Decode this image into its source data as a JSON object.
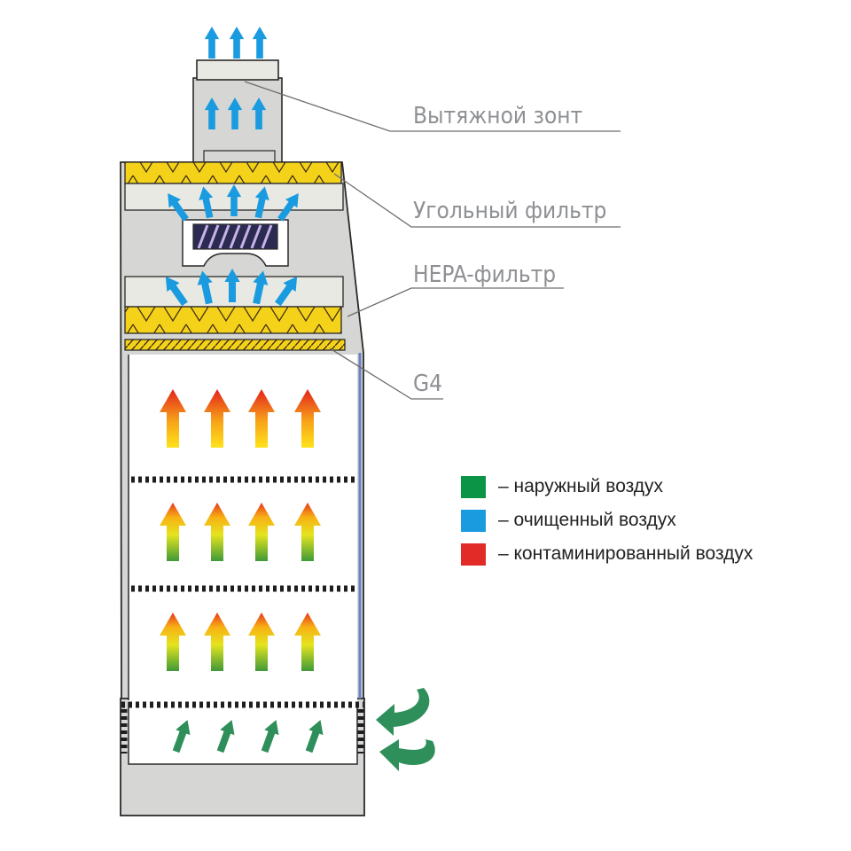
{
  "labels": {
    "exhaust_hood": "Вытяжной зонт",
    "carbon_filter": "Угольный фильтр",
    "hepa_filter": "HEPA-фильтр",
    "g4_filter": "G4"
  },
  "legend": [
    {
      "color": "#0c9446",
      "text": "– наружный воздух"
    },
    {
      "color": "#1a9be0",
      "text": "– очищенный воздух"
    },
    {
      "color": "#e22a27",
      "text": "– контаминированный воздух"
    }
  ],
  "colors": {
    "cabinet": "#d6d7d4",
    "cabinet_outline": "#2a2a2a",
    "filter_light": "#e8e9e2",
    "yellow_filter": "#f4d21a",
    "sash_line": "#6a7fc4",
    "outside_air": "#2f8f5a",
    "clean_air": "#1a9be0"
  }
}
